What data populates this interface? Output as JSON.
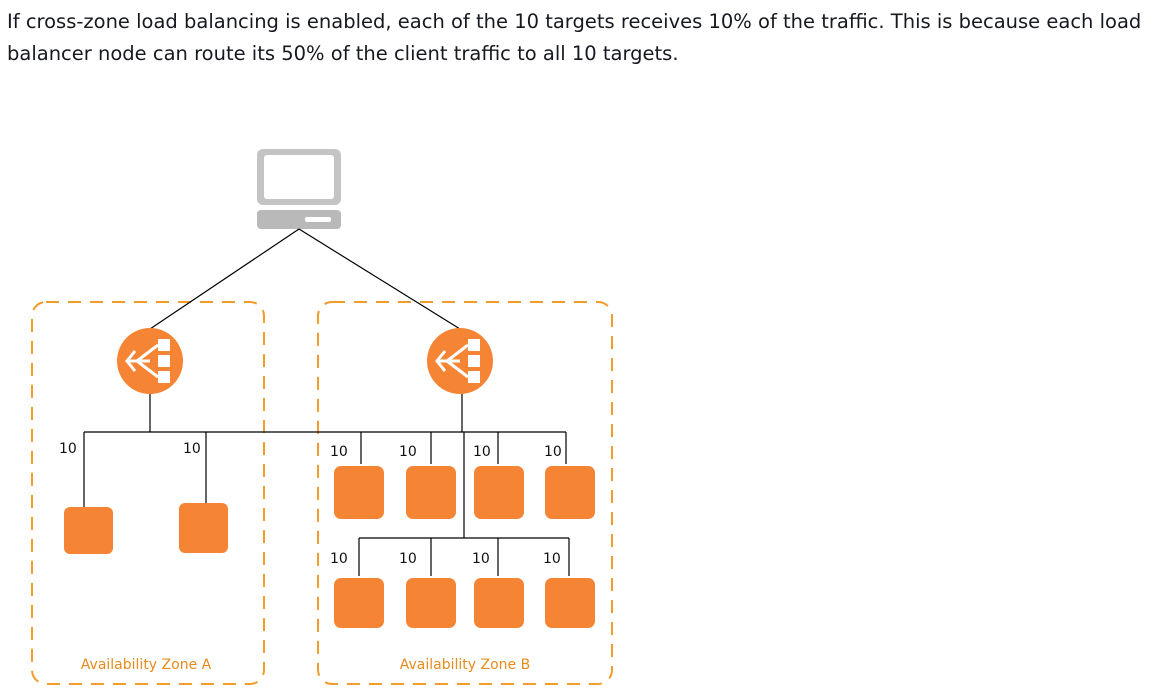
{
  "intro_text": "If cross-zone load balancing is enabled, each of the 10 targets receives 10% of the traffic. This is because each load balancer node can route its 50% of the client traffic to all 10 targets.",
  "zones": [
    {
      "label": "Availability Zone A",
      "targets": [
        {
          "weight": "10"
        },
        {
          "weight": "10"
        }
      ]
    },
    {
      "label": "Availability Zone B",
      "targets": [
        {
          "weight": "10"
        },
        {
          "weight": "10"
        },
        {
          "weight": "10"
        },
        {
          "weight": "10"
        },
        {
          "weight": "10"
        },
        {
          "weight": "10"
        },
        {
          "weight": "10"
        },
        {
          "weight": "10"
        }
      ]
    }
  ],
  "colors": {
    "zone_border": "#f29c2a",
    "zone_label": "#e88b1c",
    "instance_fill": "#f58535",
    "load_balancer_fill": "#f58535",
    "client_device": "#bdbdbd",
    "connector": "#000000"
  }
}
